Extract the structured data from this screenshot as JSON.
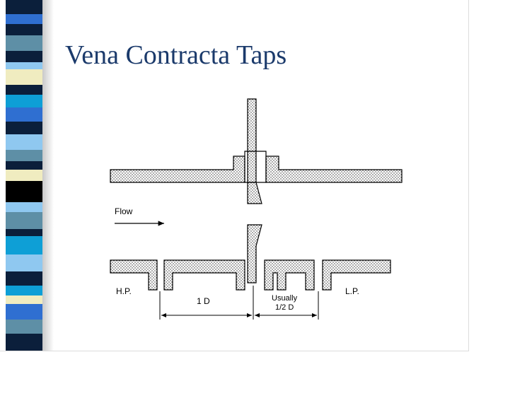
{
  "slide": {
    "title": "Vena Contracta Taps"
  },
  "diagram": {
    "flow_label": "Flow",
    "hp_label": "H.P.",
    "lp_label": "L.P.",
    "upstream_distance": "1 D",
    "downstream_distance_line1": "Usually",
    "downstream_distance_line2": "1/2 D"
  },
  "colors": {
    "title": "#1b3a6b",
    "stripe_palette": [
      "#0b1f3b",
      "#2f6fd1",
      "#8fc8f0",
      "#0e9fd6",
      "#f0ecc0",
      "#5e8fa6",
      "#000000"
    ]
  }
}
